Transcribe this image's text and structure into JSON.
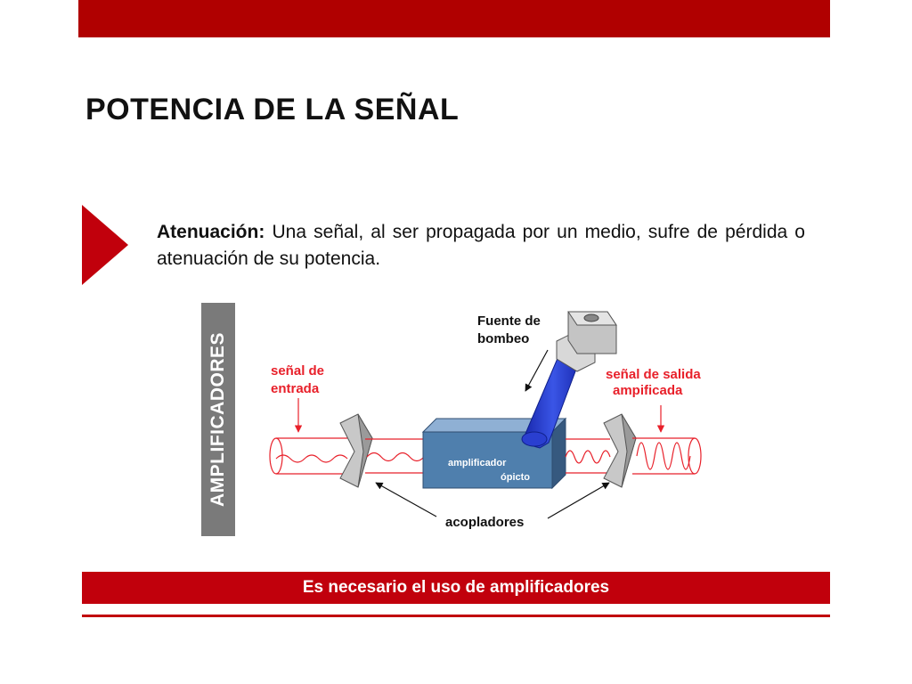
{
  "slide": {
    "title": "POTENCIA DE LA SEÑAL",
    "body_term": "Atenuación:",
    "body_text": " Una señal, al ser propagada por un medio, sufre de pérdida o atenuación de su potencia.",
    "side_label": "AMPLIFICADORES",
    "banner": "Es necesario el uso de amplificadores"
  },
  "diagram": {
    "input_label_1": "señal de",
    "input_label_2": "entrada",
    "output_label_1": "señal de salida",
    "output_label_2": "ampificada",
    "pump_label_1": "Fuente de",
    "pump_label_2": "bombeo",
    "amp_label_1": "amplificador",
    "amp_label_2": "ópicto",
    "coupler_label": "acopladores"
  },
  "colors": {
    "brand_red": "#b00000",
    "banner_red": "#c1000c",
    "label_red": "#e8202a",
    "amp_blue": "#4f7fad",
    "pump_blue": "#2a3fd0",
    "gray_label": "#7a7a7a"
  }
}
